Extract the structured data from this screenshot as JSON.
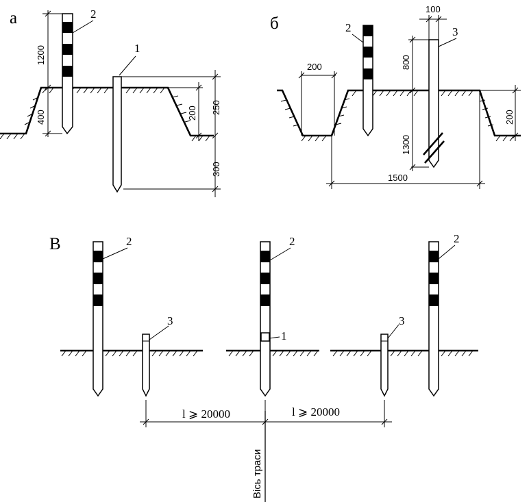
{
  "labels": {
    "a": "а",
    "b": "б",
    "v": "В"
  },
  "callouts": {
    "n1": "1",
    "n2": "2",
    "n3": "3"
  },
  "dims": {
    "d1200": "1200",
    "d400": "400",
    "d200": "200",
    "d250": "250",
    "d300": "300",
    "d100": "100",
    "d800": "800",
    "d1300": "1300",
    "d1500": "1500"
  },
  "spacing": {
    "l_left": "l ⩾ 20000",
    "l_right": "l ⩾ 20000"
  },
  "axis_label": "Вісь траси"
}
